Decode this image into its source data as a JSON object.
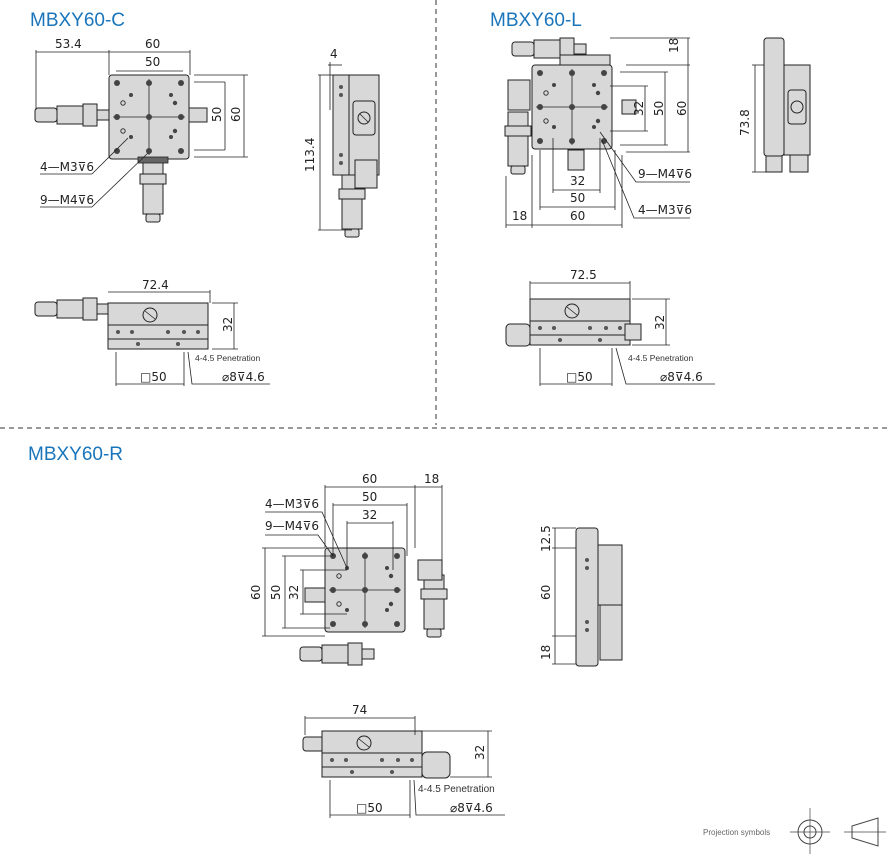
{
  "sections": {
    "c": {
      "title": "MBXY60-C",
      "top_view": {
        "dim_total_left": "53.4",
        "dim_width": "60",
        "dim_hole_span": "50",
        "dim_hole_span_v": "50",
        "dim_height": "60",
        "callout_m3": "4—M3⊽6",
        "callout_m4": "9—M4⊽6"
      },
      "side_view": {
        "dim_offset": "4",
        "dim_total": "113.4"
      },
      "front_view": {
        "dim_length": "72.4",
        "dim_height": "32",
        "penetration": "4-4.5 Penetration",
        "square": "□50",
        "counterbore": "⌀8⊽4.6"
      }
    },
    "l": {
      "title": "MBXY60-L",
      "top_view": {
        "dim_top": "18",
        "dim_32": "32",
        "dim_50": "50",
        "dim_60": "60",
        "dim_bottom_32": "32",
        "dim_bottom_50": "50",
        "dim_bottom_60": "60",
        "dim_left": "18",
        "callout_m4": "9—M4⊽6",
        "callout_m3": "4—M3⊽6"
      },
      "side_view": {
        "dim_total": "73.8"
      },
      "front_view": {
        "dim_length": "72.5",
        "dim_height": "32",
        "penetration": "4-4.5 Penetration",
        "square": "□50",
        "counterbore": "⌀8⊽4.6"
      }
    },
    "r": {
      "title": "MBXY60-R",
      "top_view": {
        "dim_60": "60",
        "dim_right": "18",
        "dim_50": "50",
        "dim_32": "32",
        "callout_m3": "4—M3⊽6",
        "callout_m4": "9—M4⊽6",
        "dim_left_60": "60",
        "dim_left_50": "50",
        "dim_left_32": "32"
      },
      "side_view": {
        "dim_top": "12.5",
        "dim_mid": "60",
        "dim_bottom": "18"
      },
      "front_view": {
        "dim_length": "74",
        "dim_height": "32",
        "penetration": "4-4.5 Penetration",
        "square": "□50",
        "counterbore": "⌀8⊽4.6"
      }
    }
  },
  "footer": {
    "projection_label": "Projection symbols"
  },
  "colors": {
    "title": "#1a75bb",
    "part": "#d8d8d8"
  }
}
